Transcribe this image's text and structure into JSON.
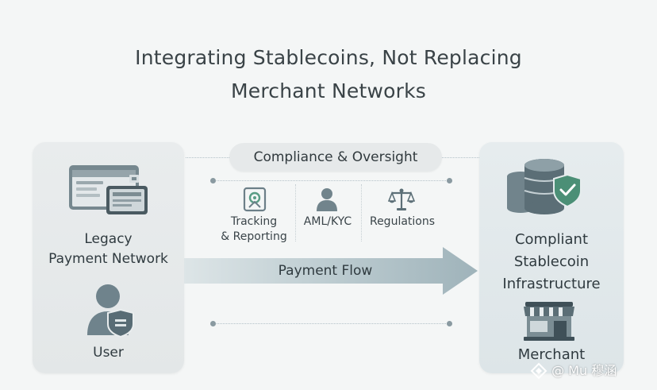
{
  "title": {
    "line1": "Integrating Stablecoins, Not Replacing",
    "line2": "Merchant Networks"
  },
  "left_panel": {
    "network_label_line1": "Legacy",
    "network_label_line2": "Payment Network",
    "user_label": "User"
  },
  "compliance": {
    "title": "Compliance & Oversight",
    "items": [
      {
        "label_line1": "Tracking",
        "label_line2": "& Reporting",
        "icon": "tracking-icon"
      },
      {
        "label_line1": "AML/KYC",
        "label_line2": "",
        "icon": "person-icon"
      },
      {
        "label_line1": "Regulations",
        "label_line2": "",
        "icon": "scales-icon"
      }
    ]
  },
  "flow": {
    "label": "Payment Flow"
  },
  "right_panel": {
    "infra_line1": "Compliant",
    "infra_line2": "Stablecoin",
    "infra_line3": "Infrastructure",
    "merchant_label": "Merchant"
  },
  "watermark": {
    "text": "@ Mu 穆涵"
  },
  "colors": {
    "icon_slate": "#6c7f88",
    "icon_dark": "#3f5058",
    "arrow": "#a9bcc3",
    "shield_green": "#5aa487"
  }
}
